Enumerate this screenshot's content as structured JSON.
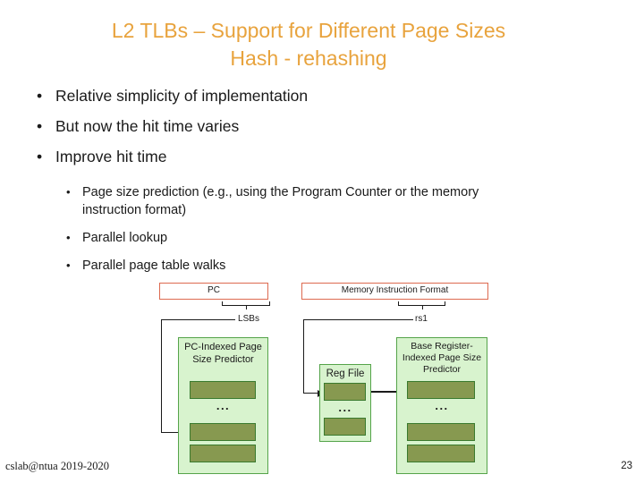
{
  "slide": {
    "title": {
      "line1": "L2 TLBs – Support for Different Page Sizes",
      "line2": "Hash - rehashing"
    },
    "bullets": [
      "Relative simplicity of implementation",
      "But now the hit time varies",
      "Improve hit time"
    ],
    "sub_bullets": [
      "Page size prediction (e.g., using the Program Counter or the memory\ninstruction format)",
      "Parallel lookup",
      "Parallel page table walks"
    ],
    "footer": "cslab@ntua 2019-2020",
    "page_number": "23"
  },
  "diagram": {
    "pc_box_label": "PC",
    "memory_box_label": "Memory Instruction Format",
    "lsbs_label": "LSBs",
    "rs1_label": "rs1",
    "pc_predictor_label": "PC-Indexed Page Size Predictor",
    "reg_file_label": "Reg File",
    "base_predictor_label": "Base Register-Indexed Page Size Predictor",
    "ellipsis": "..."
  },
  "colors": {
    "title_orange": "#E8A33D",
    "box_border_red": "#DD6A50",
    "predictor_fill": "#D8F3CE",
    "predictor_border": "#55A44A",
    "entry_fill": "#879950",
    "entry_border": "#3A7A2E",
    "line": "#1A1A1A",
    "text": "#1A1A1A"
  }
}
